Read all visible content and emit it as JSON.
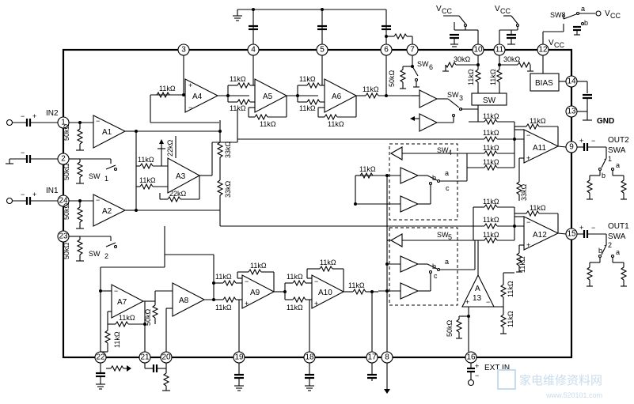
{
  "pins": {
    "p1": "1",
    "p2": "2",
    "p3": "3",
    "p4": "4",
    "p5": "5",
    "p6": "6",
    "p7": "7",
    "p8": "8",
    "p9": "9",
    "p10": "10",
    "p11": "11",
    "p12": "12",
    "p13": "13",
    "p14": "14",
    "p15": "15",
    "p16": "16",
    "p17": "17",
    "p18": "18",
    "p19": "19",
    "p20": "20",
    "p21": "21",
    "p22": "22",
    "p23": "23",
    "p24": "24"
  },
  "amps": {
    "a1": "A1",
    "a2": "A2",
    "a3": "A3",
    "a4": "A4",
    "a5": "A5",
    "a6": "A6",
    "a7": "A7",
    "a8": "A8",
    "a9": "A9",
    "a10": "A10",
    "a11": "A11",
    "a12": "A12",
    "a13": "A",
    "a13b": "13"
  },
  "res": {
    "r11k": "11kΩ",
    "r22k": "22kΩ",
    "r33k": "33kΩ",
    "r30k": "30kΩ",
    "r50k": "50kΩ"
  },
  "labels": {
    "in1": "IN1",
    "in2": "IN2",
    "out1": "OUT1",
    "out2": "OUT2",
    "swa": "SWA",
    "gnd": "GND",
    "ext_in": "EXT IN",
    "bias": "BIAS",
    "sw": "SW",
    "vcc": "VCC",
    "vcc_v": "V",
    "vcc_cc": "CC",
    "sw1": "SW",
    "sw1n": "1",
    "sw2": "SW",
    "sw2n": "2",
    "sw3": "SW",
    "sw3n": "3",
    "sw4": "SW",
    "sw4n": "4",
    "sw5": "SW",
    "sw5n": "5",
    "sw6": "SW",
    "sw6n": "6",
    "sw8": "SW8",
    "a": "a",
    "b": "b",
    "c": "c",
    "one": "1",
    "two": "2",
    "minus": "−",
    "plus": "+",
    "dash1": "-",
    "dash2": "-"
  },
  "watermark": {
    "text": "家电维修资料网",
    "url": "www.520101.com"
  }
}
